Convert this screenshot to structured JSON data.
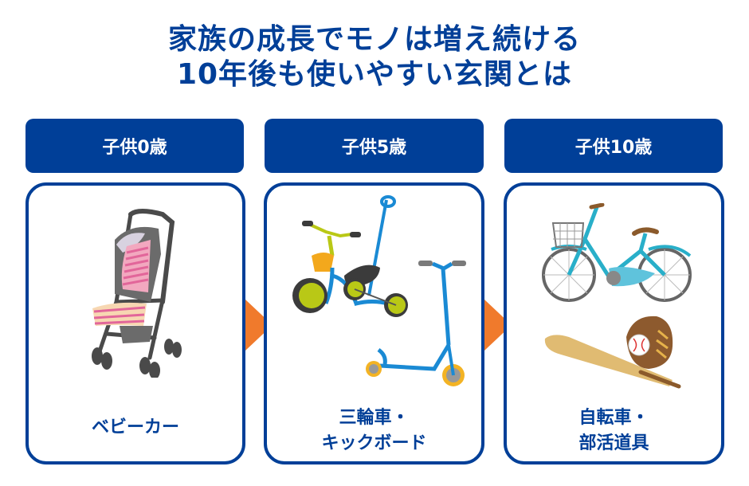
{
  "title": {
    "line1": "家族の成長でモノは増え続ける",
    "line2": "10年後も使いやすい玄関とは"
  },
  "colors": {
    "primary": "#003f98",
    "arrow": "#f07a2c",
    "background": "#ffffff"
  },
  "stages": [
    {
      "heading": "子供0歳",
      "caption_line1": "ベビーカー",
      "caption_line2": "",
      "illustration": "stroller-icon"
    },
    {
      "heading": "子供5歳",
      "caption_line1": "三輪車・",
      "caption_line2": "キックボード",
      "illustration": "tricycle-and-scooter-icon"
    },
    {
      "heading": "子供10歳",
      "caption_line1": "自転車・",
      "caption_line2": "部活道具",
      "illustration": "bicycle-and-baseball-gear-icon"
    }
  ],
  "arrows": [
    "arrow-right-icon",
    "arrow-right-icon"
  ]
}
